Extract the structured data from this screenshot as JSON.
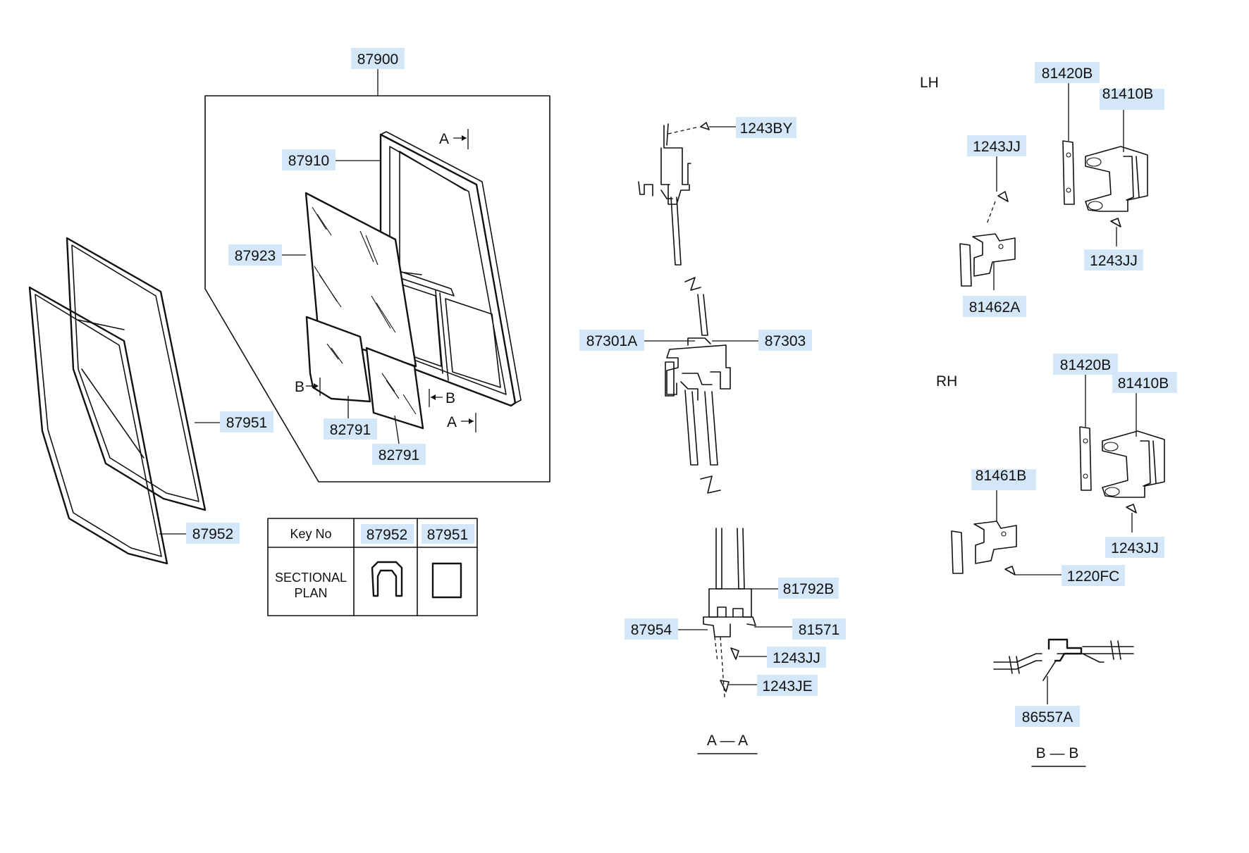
{
  "parts": {
    "p87900": "87900",
    "p87910": "87910",
    "p87923": "87923",
    "p82791a": "82791",
    "p82791b": "82791",
    "p87951": "87951",
    "p87952": "87952",
    "p1243BY": "1243BY",
    "p87301A": "87301A",
    "p87303": "87303",
    "p81792B": "81792B",
    "p87954": "87954",
    "p81571": "81571",
    "p1243JJ_aa": "1243JJ",
    "p1243JE": "1243JE",
    "p81420B_lh": "81420B",
    "p81410B_lh": "81410B",
    "p1243JJ_lh1": "1243JJ",
    "p1243JJ_lh2": "1243JJ",
    "p81462A": "81462A",
    "p81420B_rh": "81420B",
    "p81410B_rh": "81410B",
    "p81461B": "81461B",
    "p1243JJ_rh": "1243JJ",
    "p1220FC": "1220FC",
    "p86557A": "86557A"
  },
  "markers": {
    "a_top": "A",
    "a_bottom": "A",
    "b_left": "B",
    "b_right": "B"
  },
  "side_labels": {
    "lh": "LH",
    "rh": "RH"
  },
  "sections": {
    "aa": "A — A",
    "bb": "B — B"
  },
  "key_table": {
    "key_no": "Key No",
    "col1": "87952",
    "col2": "87951",
    "row_label_1": "SECTIONAL",
    "row_label_2": "PLAN"
  }
}
